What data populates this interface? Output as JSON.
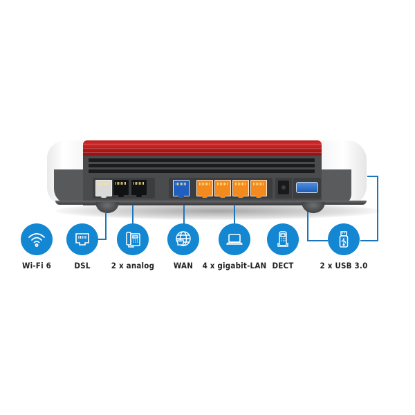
{
  "product_image": {
    "subject": "router-rear-view",
    "colors": {
      "top_red": "#c62626",
      "body_gray": "#4a4b4d",
      "endcap_white": "#ffffff",
      "icon_blue": "#1487d3",
      "connector_line_blue": "#1b75bc",
      "port_wan_blue": "#1f5fbf",
      "port_lan_orange": "#f28a1e",
      "port_usb_blue": "#2e6fcc"
    },
    "ports": [
      {
        "name": "dsl-port",
        "count": 1
      },
      {
        "name": "analog-port",
        "count": 2
      },
      {
        "name": "wan-port",
        "count": 1
      },
      {
        "name": "lan-port",
        "count": 4
      },
      {
        "name": "power-jack",
        "count": 1
      },
      {
        "name": "usb-port",
        "count": 1
      }
    ]
  },
  "features": [
    {
      "icon": "wifi-icon",
      "label": "Wi-Fi 6"
    },
    {
      "icon": "dsl-port-icon",
      "label": "DSL"
    },
    {
      "icon": "phone-icon",
      "label": "2 x analog"
    },
    {
      "icon": "globe-icon",
      "label": "WAN"
    },
    {
      "icon": "laptop-icon",
      "label": "4 x gigabit-LAN"
    },
    {
      "icon": "dect-phone-icon",
      "label": "DECT"
    },
    {
      "icon": "usb-stick-icon",
      "label": "2 x USB 3.0"
    }
  ]
}
